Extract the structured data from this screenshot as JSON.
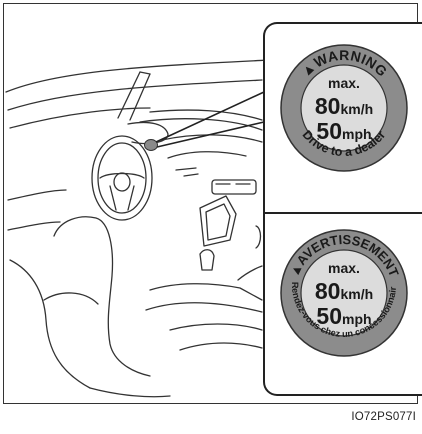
{
  "warning_en": {
    "header": "WARNING",
    "line1": "max.",
    "speed_kmh_value": "80",
    "speed_kmh_unit": "km/h",
    "speed_mph_value": "50",
    "speed_mph_unit": "mph",
    "footer": "Drive to a dealer"
  },
  "warning_fr": {
    "header": "AVERTISSEMENT",
    "line1": "max.",
    "speed_kmh_value": "80",
    "speed_kmh_unit": "km/h",
    "speed_mph_value": "50",
    "speed_mph_unit": "mph",
    "footer": "Rendez-vous chez un concessionnaire"
  },
  "figure_code": "IO72PS077I",
  "colors": {
    "label_ring": "#8c8c8c",
    "label_face": "#dcdcdc",
    "indicator_dot": "#8a8a8a"
  }
}
